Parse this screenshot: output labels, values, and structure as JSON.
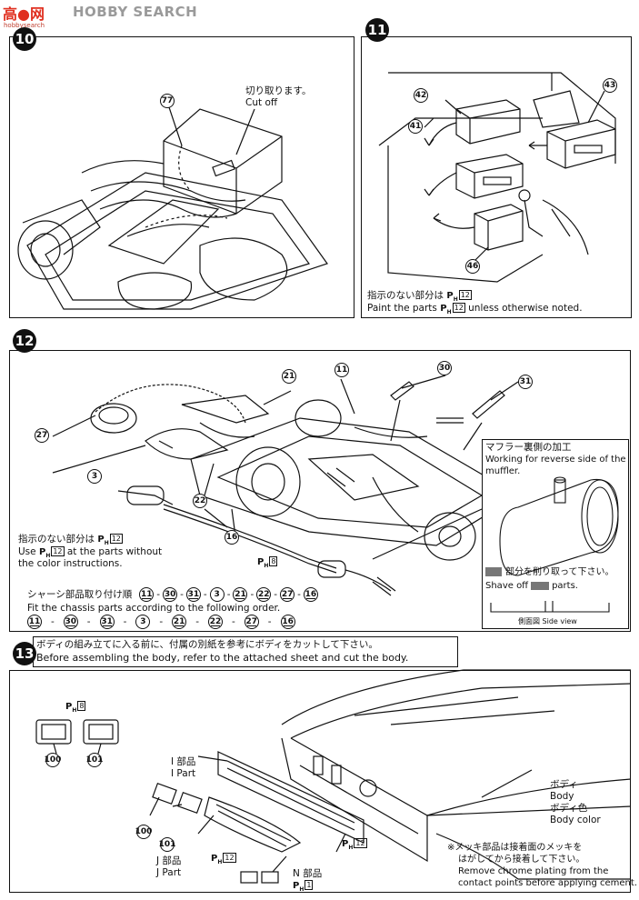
{
  "watermark": {
    "logo_text": "高●网",
    "search_text": "HOBBY SEARCH",
    "sub_text": "hobbysearch"
  },
  "steps": {
    "step10": {
      "number": "10",
      "part": "77",
      "cut_jp": "切り取ります。",
      "cut_en": "Cut off"
    },
    "step11": {
      "number": "11",
      "parts": [
        "41",
        "42",
        "43",
        "46"
      ],
      "note_jp": "指示のない部分は",
      "note_jp_code": "12",
      "note_en_prefix": "Paint the parts",
      "note_en_code": "12",
      "note_en_suffix": "unless otherwise noted."
    },
    "step12": {
      "number": "12",
      "parts": [
        "21",
        "11",
        "30",
        "31",
        "27",
        "3",
        "22",
        "16"
      ],
      "ph_code": "8",
      "note_jp": "指示のない部分は",
      "note_jp_code": "12",
      "note_en_line1_prefix": "Use",
      "note_en_line1_code": "12",
      "note_en_line1_suffix": "at the parts without",
      "note_en_line2": "the color instructions.",
      "order_jp": "シャーシ部品取り付け順",
      "order_jp_seq": [
        "11",
        "30",
        "31",
        "3",
        "21",
        "22",
        "27",
        "16"
      ],
      "order_en": "Fit the chassis parts according to the following order.",
      "order_en_seq": [
        "11",
        "30",
        "31",
        "3",
        "21",
        "22",
        "27",
        "16"
      ],
      "inset": {
        "title_jp": "マフラー裏側の加工",
        "title_en_1": "Working for reverse side of the",
        "title_en_2": "muffler.",
        "shave_jp": "部分を削り取って下さい。",
        "shave_en_prefix": "Shave off",
        "shave_en_suffix": "parts.",
        "side_view": "側面図 Side view"
      }
    },
    "step13": {
      "number": "13",
      "header_jp": "ボディの組み立てに入る前に、付属の別紙を参考にボディをカットして下さい。",
      "header_en": "Before assembling the body, refer to the attached sheet and cut the body.",
      "lamp_code": "8",
      "lamp_parts": [
        "100",
        "101"
      ],
      "i_part_jp": "I 部品",
      "i_part_en": "I Part",
      "j_part_jp": "J 部品",
      "j_part_en": "J Part",
      "j_code": "12",
      "n_part_jp": "N 部品",
      "n_code": "1",
      "grille_code": "12",
      "loose_parts": [
        "100",
        "101"
      ],
      "body_jp": "ボディ",
      "body_en": "Body",
      "body_color_jp": "ボディ色",
      "body_color_en": "Body color",
      "chrome_jp_1": "※メッキ部品は接着面のメッキを",
      "chrome_jp_2": "はがしてから接着して下さい。",
      "chrome_en_1": "Remove chrome plating from the",
      "chrome_en_2": "contact points before applying cement."
    }
  }
}
